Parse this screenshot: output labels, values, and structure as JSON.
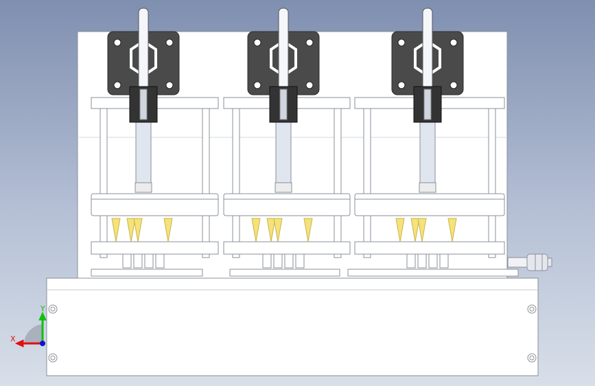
{
  "viewport": {
    "background_top": "#7f8fb0",
    "background_bottom": "#d8dfe9"
  },
  "model": {
    "stations": 3,
    "part_color": "#ffffff",
    "edge_color": "#8a8f98",
    "clamp_plate_color": "#4a4a4a",
    "pin_color": "#f5e27a",
    "rod_color": "#dfe6ef"
  },
  "triad": {
    "x_label": "X",
    "y_label": "Y",
    "x_color": "#e01010",
    "y_color": "#10c010",
    "z_color": "#1010d0"
  }
}
